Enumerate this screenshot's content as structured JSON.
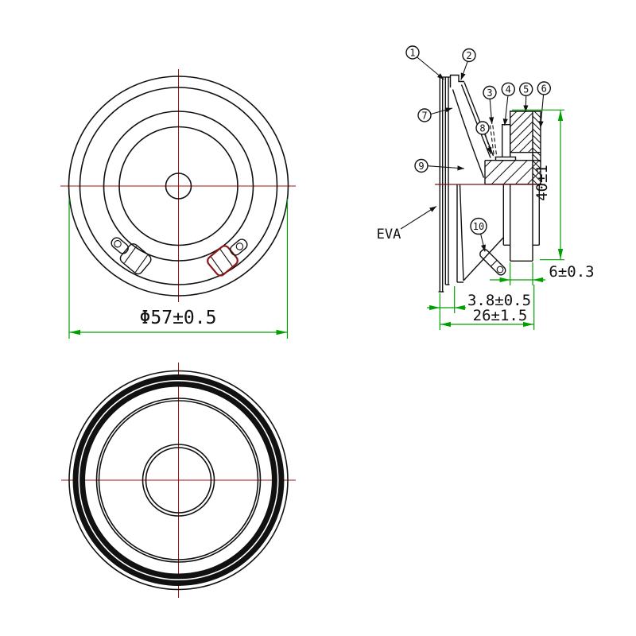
{
  "drawing": {
    "type": "speaker-technical-drawing",
    "colors": {
      "line": "#111111",
      "dimension_green": "#00a000",
      "centerline_red": "#a01010",
      "section_centerline_maroon": "#7a1515",
      "terminal_highlight_darkred": "#8b1a1a"
    },
    "front_view": {
      "diameter_dim": "Φ57±0.5"
    },
    "section_view": {
      "eva_label": "EVA",
      "callouts": [
        "1",
        "2",
        "3",
        "4",
        "5",
        "6",
        "7",
        "8",
        "9",
        "10"
      ],
      "dims": {
        "magnet_diameter": "40±1",
        "back_protrusion": "6±0.3",
        "front_stack": "3.8±0.5",
        "total_depth": "26±1.5"
      }
    },
    "back_view": {}
  }
}
